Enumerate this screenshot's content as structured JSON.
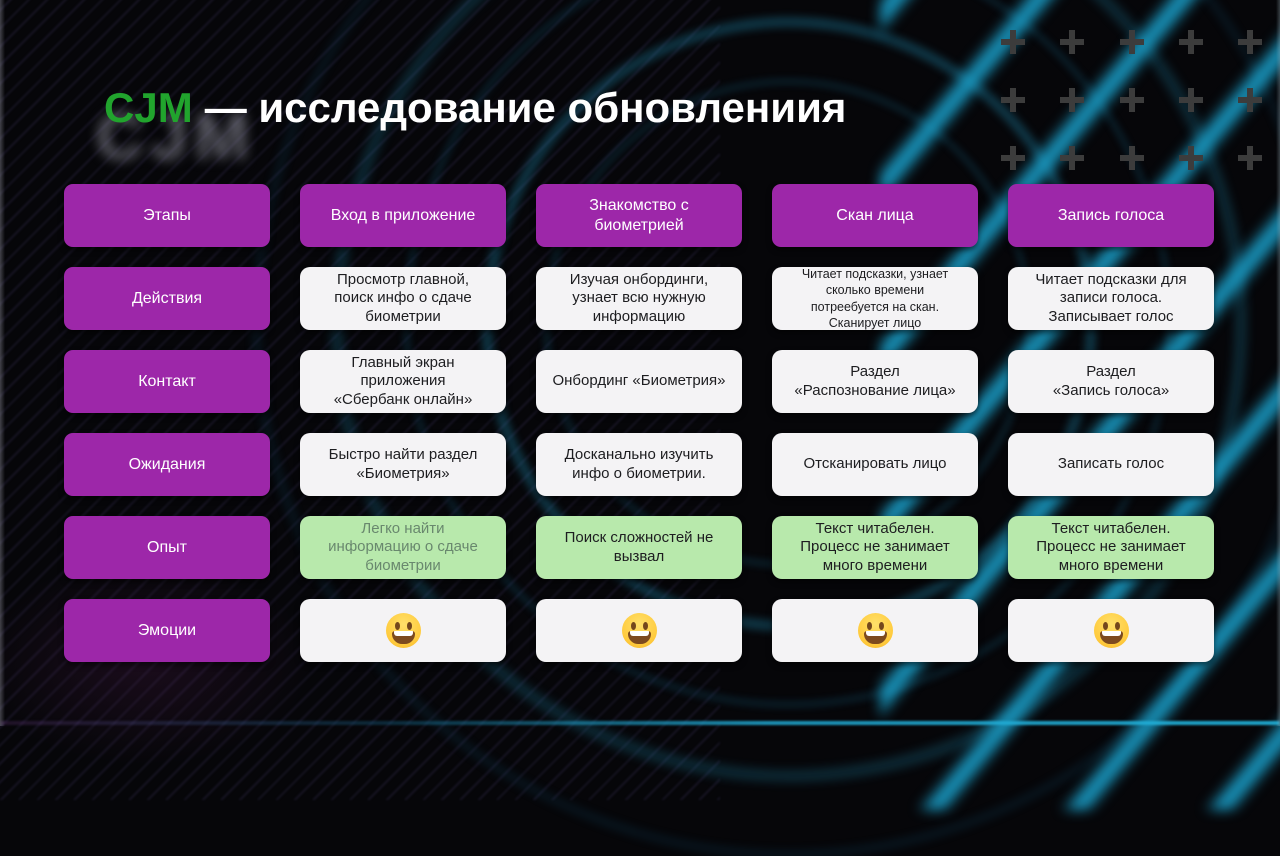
{
  "title": {
    "brand": "CJM",
    "rest": "— исследование обновлениия"
  },
  "watermark_text": "CJM",
  "colors": {
    "accent_green": "#21a42d",
    "stage_purple": "#9d27a9",
    "card_white": "#f4f3f5",
    "card_green": "#b8e9ac",
    "stripe_cyan": "#1ba4cf",
    "background": "#060609"
  },
  "journey_map": {
    "row_labels": [
      {
        "label": "Этапы"
      },
      {
        "label": "Действия"
      },
      {
        "label": "Контакт"
      },
      {
        "label": "Ожидания"
      },
      {
        "label": "Опыт"
      },
      {
        "label": "Эмоции"
      }
    ],
    "stages": [
      {
        "header": "Вход в приложение",
        "actions": "Просмотр главной,\nпоиск инфо о сдаче\nбиометрии",
        "contact": "Главный экран\nприложения\n«Сбербанк онлайн»",
        "expectations": "Быстро найти раздел\n«Биометрия»",
        "experience": "Легко найти\nинформацию о сдаче\nбиометрии",
        "emotion_icon": "grinning-face-emoji"
      },
      {
        "header": "Знакомство с\nбиометрией",
        "actions": "Изучая онбординги,\nузнает всю нужную\nинформацию",
        "contact": "Онбординг «Биометрия»",
        "expectations": "Досканально изучить\nинфо о биометрии.",
        "experience": "Поиск сложностей не\nвызвал",
        "emotion_icon": "grinning-face-emoji"
      },
      {
        "header": "Скан лица",
        "actions": "Читает подсказки, узнает\nсколько времени\nпотреебуется  на скан.\nСканирует лицо",
        "contact": "Раздел\n«Распознование лица»",
        "expectations": "Отсканировать лицо",
        "experience": "Текст читабелен.\nПроцесс не занимает\nмного времени",
        "emotion_icon": "grinning-face-emoji"
      },
      {
        "header": "Запись голоса",
        "actions": "Читает подсказки для\nзаписи голоса.\nЗаписывает голос",
        "contact": "Раздел\n«Запись голоса»",
        "expectations": "Записать голос",
        "experience": "Текст читабелен.\nПроцесс не занимает\nмного времени",
        "emotion_icon": "grinning-face-emoji"
      }
    ]
  }
}
